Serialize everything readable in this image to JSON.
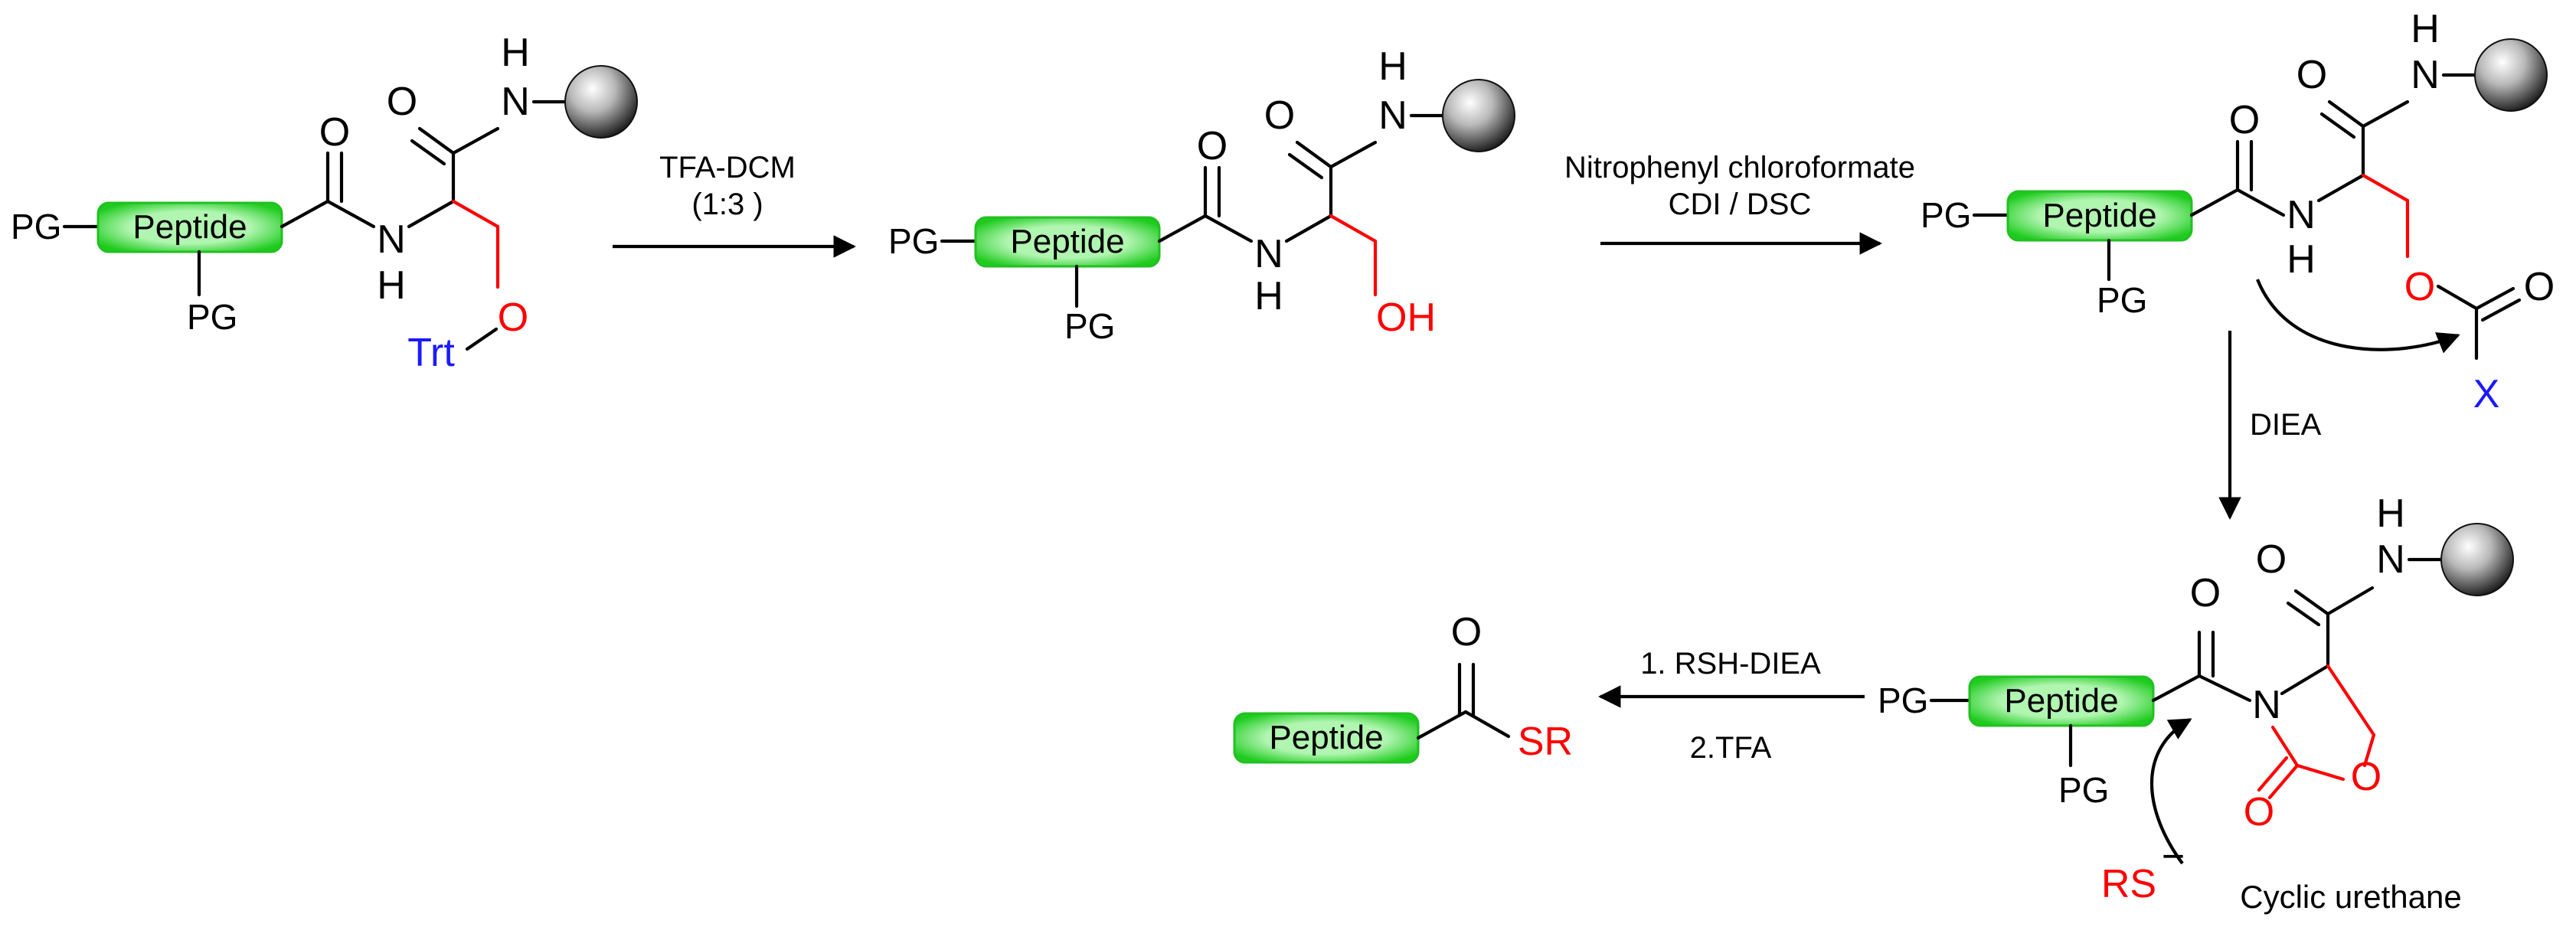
{
  "labels": {
    "peptide": "Peptide",
    "pg": "PG",
    "trt": "Trt",
    "oh": "OH",
    "x": "X",
    "rs": "RS",
    "rs_charge": "−",
    "sr": "SR",
    "atom_o": "O",
    "atom_n": "N",
    "atom_h": "H"
  },
  "conditions": {
    "step1_line1": "TFA-DCM",
    "step1_line2": "(1:3 )",
    "step2_line1": "Nitrophenyl chloroformate",
    "step2_line2": "CDI / DSC",
    "step3": "DIEA",
    "step4_line1": "1. RSH-DIEA",
    "step4_line2": "2.TFA"
  },
  "captions": {
    "cyclic_urethane": "Cyclic urethane"
  },
  "colors": {
    "peptide_fill": "#3ee43e",
    "peptide_glow": "#c8f8c8",
    "highlight_red": "#ff0000",
    "highlight_blue": "#1a1aff",
    "bonds": "#000000"
  },
  "icons": {
    "resin": "grey-sphere-resin-bead"
  }
}
